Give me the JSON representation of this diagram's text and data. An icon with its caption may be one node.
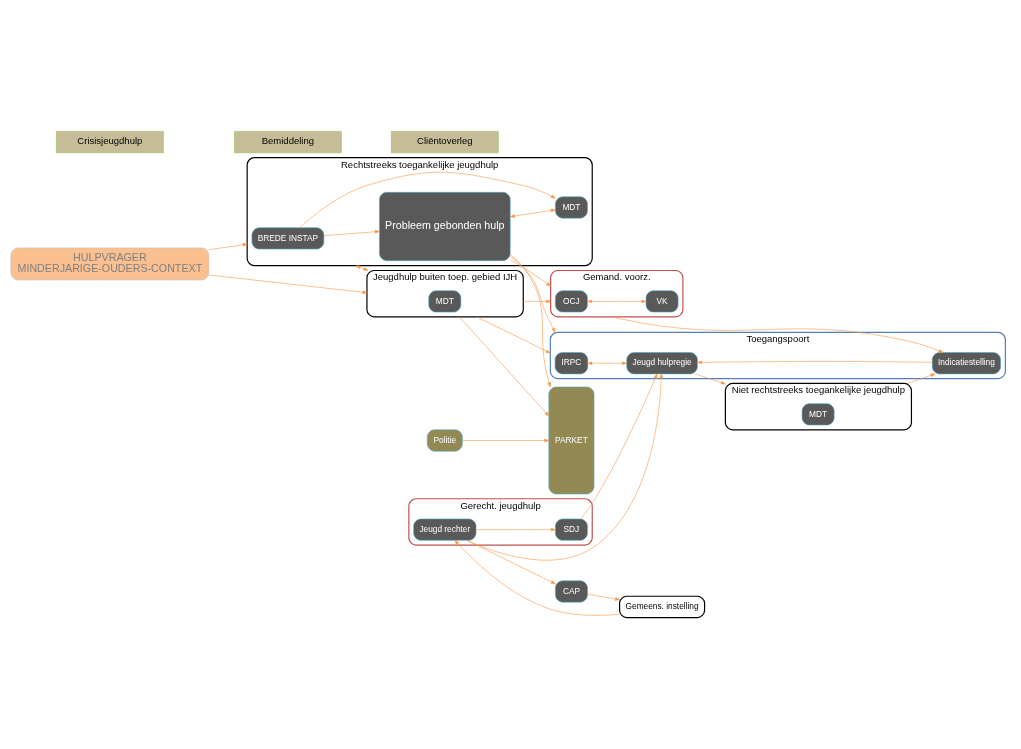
{
  "diagram": {
    "nodes": [
      {
        "text": [
          "HULPVRAGER",
          "MINDERJARIGE-OUDERS-CONTEXT"
        ]
      },
      {
        "text": [
          "Rechtstreeks toegankelijke jeugdhulp"
        ]
      },
      {
        "text": [
          "BREDE INSTAP"
        ],
        "in": 1
      },
      {
        "text": [
          "Probleem gebonden hulp"
        ],
        "in": 1
      },
      {
        "text": [
          "MDT"
        ],
        "in": 1
      },
      {
        "text": [
          "Jeugdhulp buiten toep. gebied IJH"
        ]
      },
      {
        "text": [
          "MDT"
        ],
        "in": 5
      },
      {
        "text": [
          "Toegangspoort"
        ]
      },
      {
        "text": [
          "IRPC"
        ],
        "in": 7
      },
      {
        "text": [
          "Indicatiestelling"
        ],
        "in": 7
      },
      {
        "text": [
          "Jeugd hulpregie"
        ],
        "in": 7
      },
      {
        "text": [
          "Niet rechtstreeks toegankelijke jeugdhulp"
        ]
      },
      {
        "text": [
          "MDT"
        ],
        "in": 11
      },
      {
        "text": [
          "Gemand. voorz."
        ]
      },
      {
        "text": [
          "OCJ"
        ],
        "in": 13
      },
      {
        "text": [
          "VK"
        ],
        "in": 13
      },
      {
        "text": [
          "PARKET"
        ]
      },
      {
        "text": [
          "Gerecht. jeugdhulp"
        ]
      },
      {
        "text": [
          "SDJ"
        ],
        "in": 17
      },
      {
        "text": [
          "Jeugd rechter"
        ],
        "in": 17
      },
      {
        "text": [
          "Gemeens. instelling"
        ]
      },
      {
        "text": [
          "CAP"
        ]
      },
      {
        "text": [
          "Politie"
        ]
      }
    ],
    "edges": [
      {
        "from": 0,
        "to": 1,
        "arrow": "to"
      },
      {
        "from": 0,
        "to": 5,
        "arrow": "to"
      },
      {
        "from": 2,
        "to": 3,
        "arrow": "to"
      },
      {
        "from": 2,
        "to": 4,
        "arrow": "to"
      },
      {
        "from": 3,
        "to": 4,
        "arrow": "both"
      },
      {
        "from": 1,
        "to": 5,
        "arrow": "both"
      },
      {
        "from": 3,
        "to": 7,
        "arrow": "to"
      },
      {
        "from": 3,
        "to": 13,
        "arrow": "to"
      },
      {
        "from": 3,
        "to": 16,
        "arrow": "to"
      },
      {
        "from": 5,
        "to": 7,
        "arrow": "to"
      },
      {
        "from": 5,
        "to": 13,
        "arrow": "to"
      },
      {
        "from": 5,
        "to": 16,
        "arrow": "to"
      },
      {
        "from": 22,
        "to": 16,
        "arrow": "to"
      },
      {
        "from": 13,
        "to": 9,
        "arrow": "to"
      },
      {
        "from": 11,
        "to": 9,
        "arrow": "to"
      },
      {
        "from": 9,
        "to": 10,
        "arrow": "to"
      },
      {
        "from": 8,
        "to": 10,
        "arrow": "both"
      },
      {
        "from": 10,
        "to": 11,
        "arrow": "to"
      },
      {
        "from": 14,
        "to": 15,
        "arrow": "both"
      },
      {
        "from": 18,
        "to": 10,
        "arrow": "to"
      },
      {
        "from": 19,
        "to": 18,
        "arrow": "to"
      },
      {
        "from": 19,
        "to": 10,
        "arrow": "to"
      },
      {
        "from": 20,
        "to": 19,
        "arrow": "to"
      },
      {
        "from": 19,
        "to": 21,
        "arrow": "to"
      },
      {
        "from": 21,
        "to": 20,
        "arrow": "to"
      }
    ],
    "labels": [
      "Crisisjeugdhulp",
      "Bemiddeling",
      "Cliëntoverleg"
    ]
  }
}
